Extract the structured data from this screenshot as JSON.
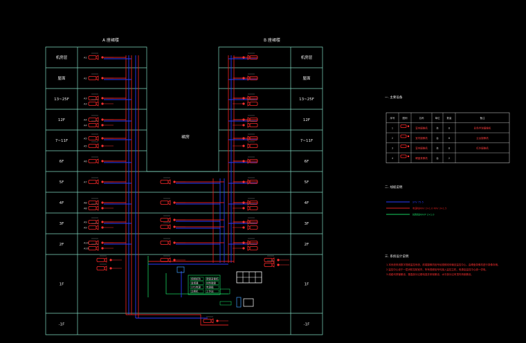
{
  "buildings": {
    "a_title": "A 座裙楼",
    "b_title": "B 座裙楼",
    "mid_title": "裙房"
  },
  "floors_left": [
    "机房层",
    "屋面",
    "13~25F",
    "12F",
    "7~11F",
    "6F",
    "5F",
    "4F",
    "3F",
    "2F",
    "1F",
    "-1F"
  ],
  "floors_right": [
    "机房层",
    "屋面",
    "13~25F",
    "12F",
    "7~11F",
    "6F",
    "5F",
    "4F",
    "3F",
    "2F",
    "1F",
    "-1F"
  ],
  "legend": {
    "section1_title": "一. 主要设备",
    "table_headers": [
      "序号",
      "图例",
      "名称",
      "单位",
      "数量",
      "备注"
    ],
    "table_rows": [
      {
        "no": "1",
        "name": "室内摄像机",
        "unit": "台",
        "qty": "8",
        "note": "彩色半球摄像机"
      },
      {
        "no": "2",
        "name": "室内摄像机",
        "unit": "台",
        "qty": "8",
        "note": "云台摄像机"
      },
      {
        "no": "3",
        "name": "室内摄像机",
        "unit": "台",
        "qty": "8",
        "note": "红外摄像机"
      },
      {
        "no": "4",
        "name": "硬盘录像机",
        "unit": "台",
        "qty": "2",
        "note": ""
      }
    ],
    "section2_title": "二. 线缆说明",
    "line_items": [
      {
        "label": "SYV 75-5",
        "color": "#2a3cff"
      },
      {
        "label": "电源线RVV 2×1.0  RVV 3×1.5",
        "color": "#e02020"
      },
      {
        "label": "控制线RVVP 2×1.0",
        "color": "#18d060"
      }
    ],
    "section3_title": "三. 系统设计说明",
    "notes": [
      "1.本系统采用数字视频监控系统，前端摄像机信号经视频线传输至监控中心，由硬盘录像机进行录像存储。",
      "2.监控中心设于一层消防控制室内，所有视频信号均接入监控主机，电源由监控中心统一供电。",
      "3.线缆均穿管敷设，垂直部分沿弱电竖井桥架敷设，水平部分沿吊顶内桥架敷设。"
    ]
  },
  "control_room": {
    "equipment": [
      "视频矩阵",
      "硬盘录像机",
      "监视器",
      "控制键盘",
      "UPS电源",
      "电源箱",
      "交换机",
      "工作站"
    ]
  }
}
